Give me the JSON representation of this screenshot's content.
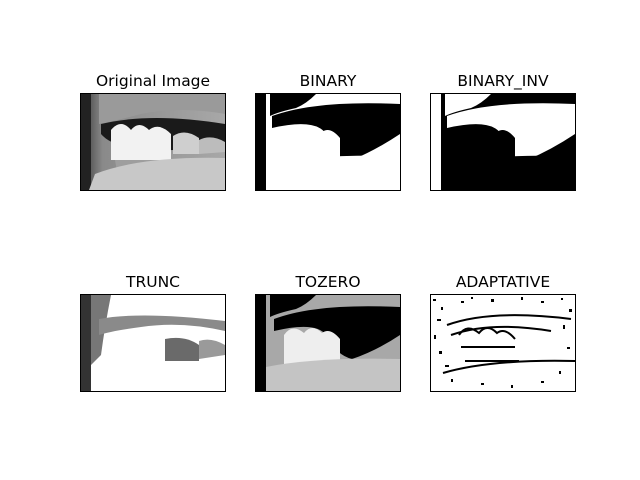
{
  "figure": {
    "panels": [
      {
        "id": "original",
        "title": "Original Image"
      },
      {
        "id": "binary",
        "title": "BINARY"
      },
      {
        "id": "binary_inv",
        "title": "BINARY_INV"
      },
      {
        "id": "trunc",
        "title": "TRUNC"
      },
      {
        "id": "tozero",
        "title": "TOZERO"
      },
      {
        "id": "adaptative",
        "title": "ADAPTATIVE"
      }
    ]
  }
}
